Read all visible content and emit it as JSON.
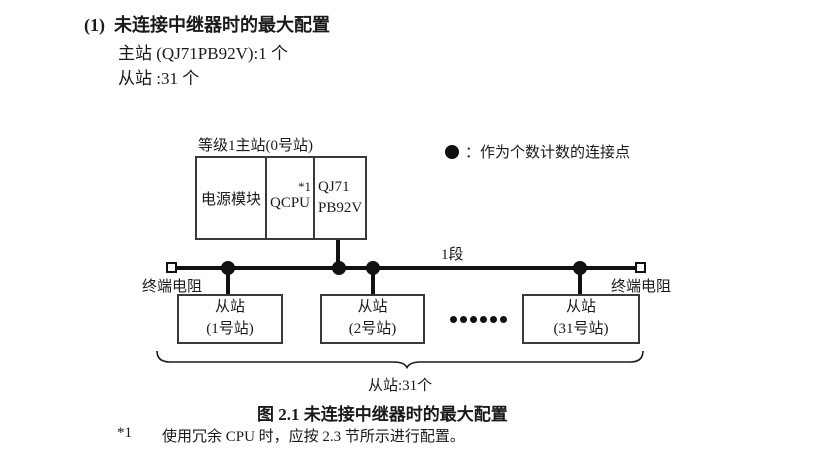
{
  "page": {
    "heading_number": "(1)",
    "heading_title": "未连接中继器时的最大配置",
    "master_count_line": "主站 (QJ71PB92V):1 个",
    "slave_count_line": "从站 :31 个"
  },
  "legend": {
    "colon": "：",
    "text": "作为个数计数的连接点"
  },
  "diagram": {
    "master": {
      "label": "等级1主站(0号站)",
      "cell_power": "电源模块",
      "cell_cpu": "QCPU",
      "cell_cpu_note": "*1",
      "cell_pb_line1": "QJ71",
      "cell_pb_line2": "PB92V"
    },
    "segment_label": "1段",
    "terminator_label_left": "终端电阻",
    "terminator_label_right": "终端电阻",
    "slaves": [
      {
        "line1": "从站",
        "line2": "(1号站)"
      },
      {
        "line1": "从站",
        "line2": "(2号站)"
      },
      {
        "line1": "从站",
        "line2": "(31号站)"
      }
    ],
    "brace_label": "从站:31个"
  },
  "caption": "图 2.1 未连接中继器时的最大配置",
  "footnote": {
    "mark": "*1",
    "text": "使用冗余 CPU 时，应按 2.3 节所示进行配置。"
  },
  "colors": {
    "background": "#ffffff",
    "text": "#1a1a1a",
    "line": "#111111",
    "box_border": "#3a3a3a"
  }
}
